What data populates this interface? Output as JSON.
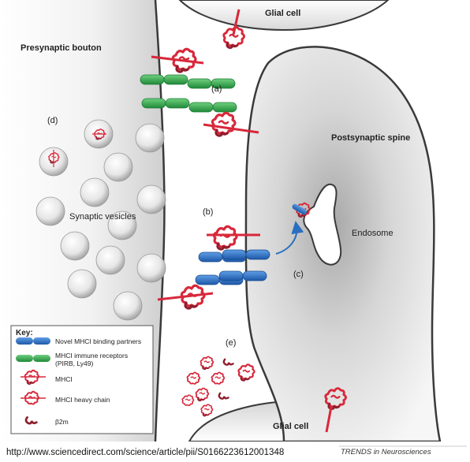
{
  "labels": {
    "presynaptic": "Presynaptic bouton",
    "glial_top": "Glial cell",
    "glial_bottom": "Glial cell",
    "postsynaptic": "Postsynaptic spine",
    "endosome": "Endosome",
    "vesicles": "Synaptic vesicles",
    "a": "(a)",
    "b": "(b)",
    "c": "(c)",
    "d": "(d)",
    "e": "(e)"
  },
  "key": {
    "title": "Key:",
    "items": [
      {
        "label": "Novel MHCI binding partners",
        "icon": "blue-receptor-icon",
        "color": "#2a6fc0"
      },
      {
        "label": "MHCI immune receptors",
        "label2": "(PIRB, Ly49)",
        "icon": "green-receptor-icon",
        "color": "#2ea846"
      },
      {
        "label": "MHCI",
        "icon": "mhci-icon",
        "color": "#d8283a"
      },
      {
        "label": "MHCI heavy chain",
        "icon": "heavy-chain-icon",
        "color": "#d8283a"
      },
      {
        "label": "β2m",
        "icon": "b2m-icon",
        "color": "#d8283a"
      }
    ]
  },
  "footer": {
    "url": "http://www.sciencedirect.com/science/article/pii/S0166223612001348",
    "brand": "TRENDS in Neurosciences"
  },
  "colors": {
    "mhci": "#d8283a",
    "mhci_dark": "#8e1e2e",
    "green": "#2ea846",
    "blue": "#2a6fc0",
    "membrane": "#3a3a3a"
  }
}
